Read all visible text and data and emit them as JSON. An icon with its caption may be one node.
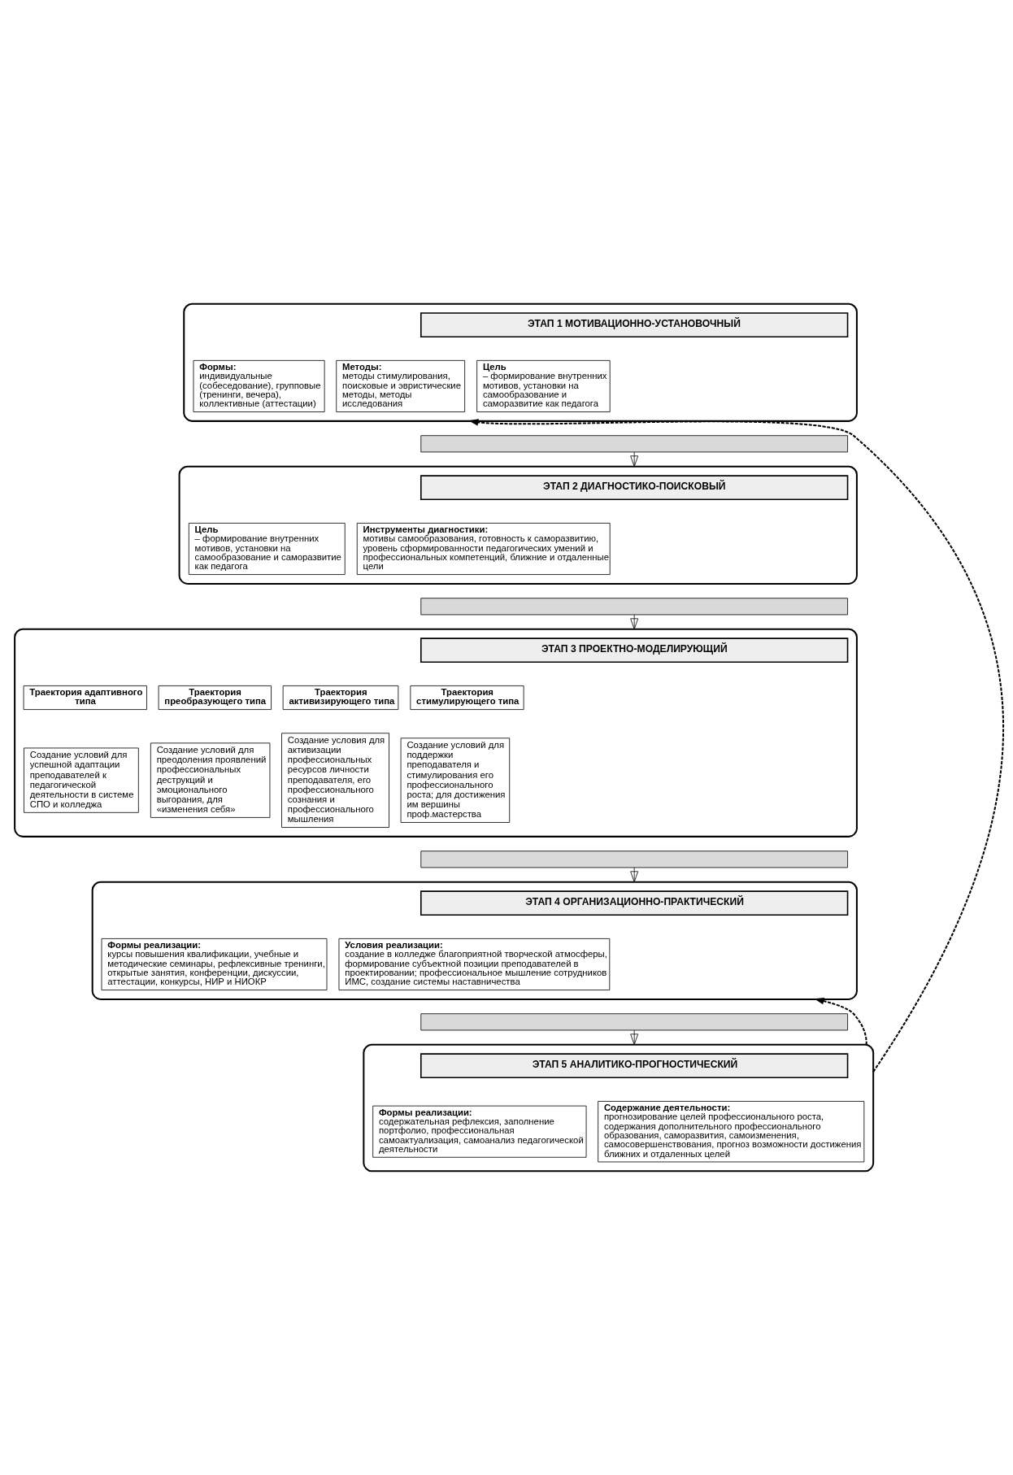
{
  "diagram": {
    "nodes": [
      {
        "text": [],
        "shape": "box"
      },
      {
        "text": [
          "ЭТАП 1 МОТИВАЦИОННО-УСТАНОВОЧНЫЙ"
        ],
        "in": 0
      },
      {
        "text": [
          "**Цель** – формирование внутренних мотивов, установки на самообразование и саморазвитие как педагога"
        ],
        "in": 0
      },
      {
        "text": [
          "**Формы:** индивидуальные (собеседование), групповые (тренинги, вечера), коллективные (аттестации)"
        ],
        "in": 0
      },
      {
        "text": [
          "**Методы:** методы стимулирования, поисковые и эвристические методы, методы исследования"
        ],
        "in": 0
      },
      {
        "text": [],
        "shape": "bar"
      },
      {
        "text": [],
        "shape": "box"
      },
      {
        "text": [
          "ЭТАП 2 ДИАГНОСТИКО-ПОИСКОВЫЙ"
        ],
        "in": 6
      },
      {
        "text": [
          "**Цель** – формирование внутренних мотивов, установки на самообразование и саморазвитие как педагога"
        ],
        "in": 6
      },
      {
        "text": [
          "**Инструменты диагностики:** мотивы самообразования, готовность к саморазвитию, уровень сформированности педагогических умений и профессиональных компетенций, ближние и отдаленные цели"
        ],
        "in": 6
      },
      {
        "text": [],
        "shape": "bar"
      },
      {
        "text": [],
        "shape": "box"
      },
      {
        "text": [
          "ЭТАП 3 ПРОЕКТНО-МОДЕЛИРУЮЩИЙ"
        ],
        "in": 11
      },
      {
        "text": [
          "Траектория адаптивного типа"
        ],
        "in": 11
      },
      {
        "text": [
          "Создание условий для успешной адаптации преподавателей к педагогической деятельности в системе СПО и колледжа"
        ],
        "in": 11
      },
      {
        "text": [
          "Траектория активизирующего типа"
        ],
        "in": 11
      },
      {
        "text": [
          "Создание условия для активизации профессиональных ресурсов личности преподавателя, его профессионального сознания и профессионального мышления"
        ],
        "in": 11
      },
      {
        "text": [
          "Траектория стимулирующего типа"
        ],
        "in": 11
      },
      {
        "text": [
          "Создание условий для поддержки преподавателя и стимулирования его профессионального роста; для достижения им вершины проф.мастерства"
        ],
        "in": 11
      },
      {
        "text": [
          "Траектория преобразующего типа"
        ],
        "in": 11
      },
      {
        "text": [
          "Создание условий для преодоления проявлений профессиональных деструкций и эмоционального выгорания, для «изменения себя»"
        ],
        "in": 11
      },
      {
        "text": [],
        "shape": "bar"
      },
      {
        "text": [],
        "shape": "box"
      },
      {
        "text": [
          "ЭТАП 4 ОРГАНИЗАЦИОННО-ПРАКТИЧЕСКИЙ"
        ],
        "in": 22
      },
      {
        "text": [
          "**Формы реализации:** курсы повышения квалификации, учебные и методические семинары, рефлексивные тренинги, открытые занятия, конференции, дискуссии, аттестации, конкурсы, НИР и НИОКР"
        ],
        "in": 22
      },
      {
        "text": [
          "**Условия реализации:** создание в колледже благоприятной творческой атмосферы, формирование субъектной позиции преподавателей в проектировании; профессиональное мышление сотрудников ИМС, создание системы наставничества"
        ],
        "in": 22
      },
      {
        "text": [],
        "shape": "bar"
      },
      {
        "text": [],
        "shape": "box"
      },
      {
        "text": [
          "ЭТАП 5 АНАЛИТИКО-ПРОГНОСТИЧЕСКИЙ"
        ],
        "in": 27
      },
      {
        "text": [
          "**Формы реализации:** содержательная рефлексия, заполнение портфолио, профессиональная самоактуализация, самоанализ педагогической деятельности"
        ],
        "in": 27
      },
      {
        "text": [
          "**Содержание деятельности:** прогнозирование целей профессионального роста, содержания дополнительного профессионального образования, саморазвития, самоизменения, самосовершенствования, прогноз возможности достижения ближних и отдаленных целей"
        ],
        "in": 27
      }
    ],
    "edges": [
      {
        "from": 5,
        "to": 6,
        "arrow": "to"
      },
      {
        "from": 10,
        "to": 11,
        "arrow": "to"
      },
      {
        "from": 21,
        "to": 22,
        "arrow": "to"
      },
      {
        "from": 26,
        "to": 27,
        "arrow": "to"
      },
      {
        "from": 27,
        "to": 0,
        "arrow": "to",
        "style": "dashed"
      },
      {
        "from": 27,
        "to": 22,
        "arrow": "to",
        "style": "dashed"
      }
    ]
  }
}
